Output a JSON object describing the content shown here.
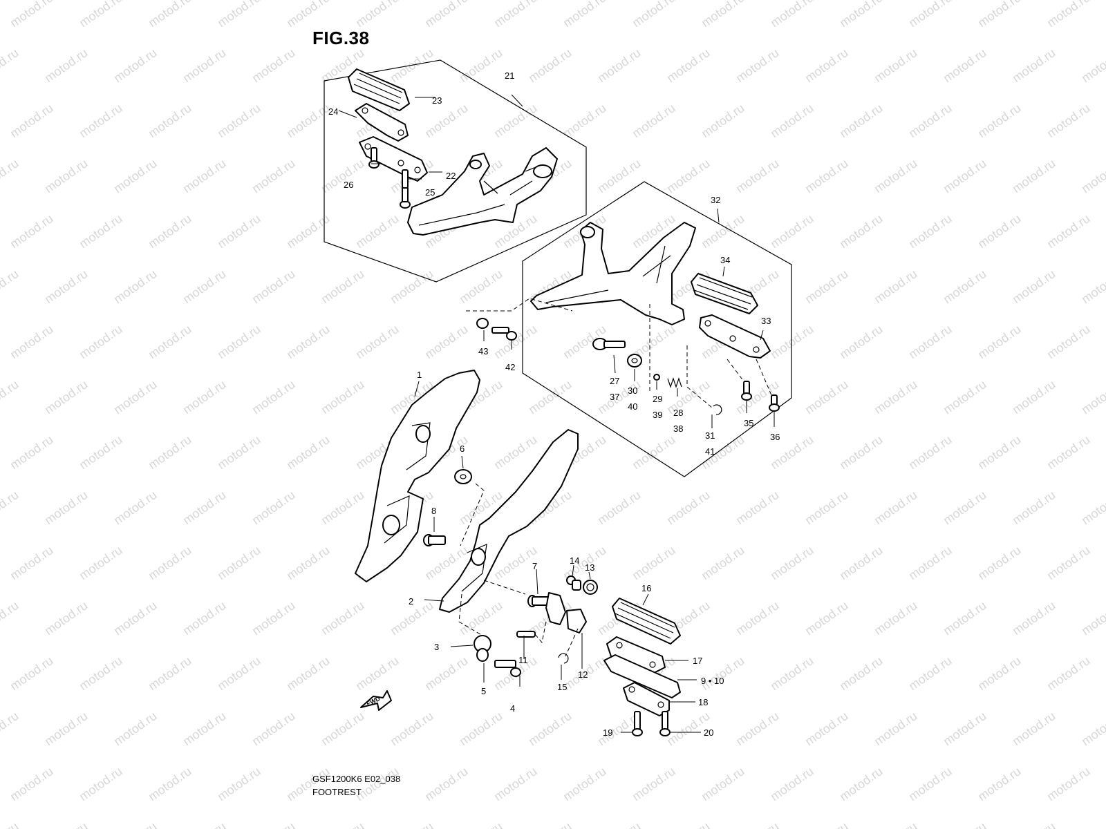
{
  "figure": {
    "title": "FIG.38",
    "footer_code": "GSF1200K6 E02_038",
    "footer_name": "FOOTREST",
    "watermark_text": "motod.ru",
    "fwd_label": "FWD"
  },
  "callouts": {
    "c1": "1",
    "c2": "2",
    "c3": "3",
    "c4": "4",
    "c5": "5",
    "c6": "6",
    "c7": "7",
    "c8": "8",
    "c9_10": "9 • 10",
    "c11": "11",
    "c12": "12",
    "c13": "13",
    "c14": "14",
    "c15": "15",
    "c16": "16",
    "c17": "17",
    "c18": "18",
    "c19": "19",
    "c20": "20",
    "c21": "21",
    "c22": "22",
    "c23": "23",
    "c24": "24",
    "c25": "25",
    "c26": "26",
    "c27": "27",
    "c37": "37",
    "c30": "30",
    "c40": "40",
    "c29": "29",
    "c39": "39",
    "c28": "28",
    "c38": "38",
    "c31": "31",
    "c41": "41",
    "c32": "32",
    "c33": "33",
    "c34": "34",
    "c35": "35",
    "c36": "36",
    "c42": "42",
    "c43": "43"
  }
}
